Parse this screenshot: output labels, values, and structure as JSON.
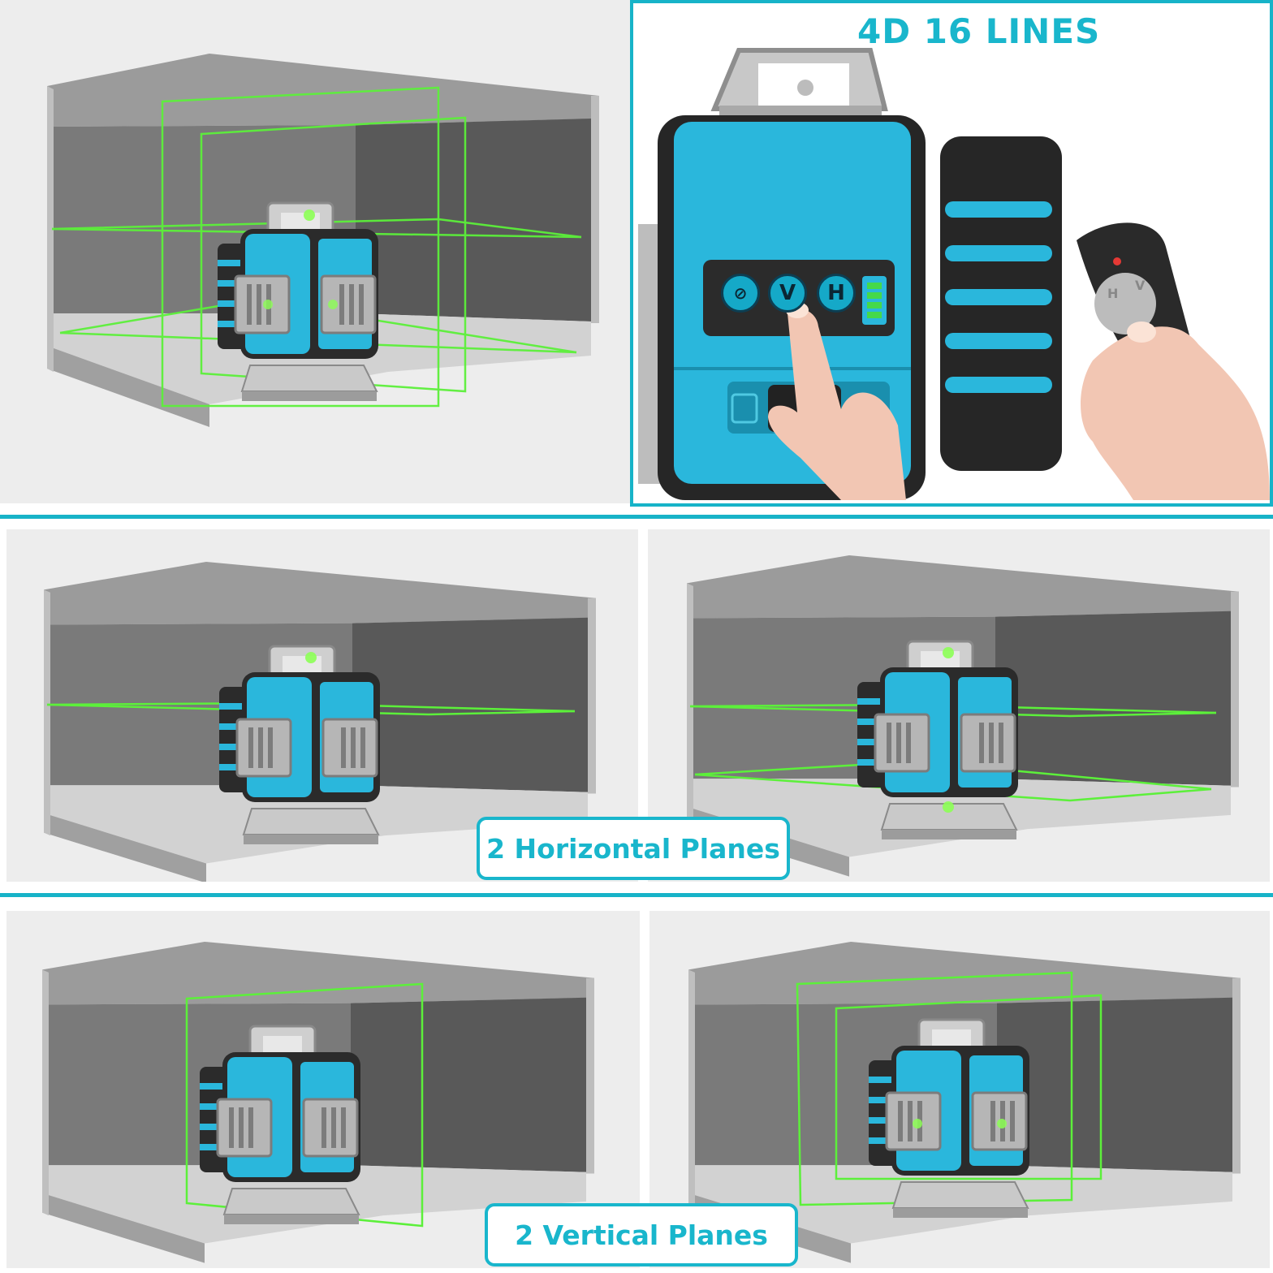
{
  "header": {
    "title": "4D 16 LINES"
  },
  "device": {
    "buttons": [
      {
        "name": "laser-toggle",
        "label": ""
      },
      {
        "name": "vertical",
        "label": "V"
      },
      {
        "name": "horizontal",
        "label": "H"
      }
    ]
  },
  "remote": {
    "keys": [
      "H",
      "V"
    ]
  },
  "labels": {
    "horizontal": "2 Horizontal Planes",
    "vertical": "2 Vertical Planes"
  },
  "colors": {
    "accent": "#19b6cc",
    "laser": "#5cf03a",
    "device_body": "#2ab7dc",
    "device_dark": "#2b2b2b"
  }
}
